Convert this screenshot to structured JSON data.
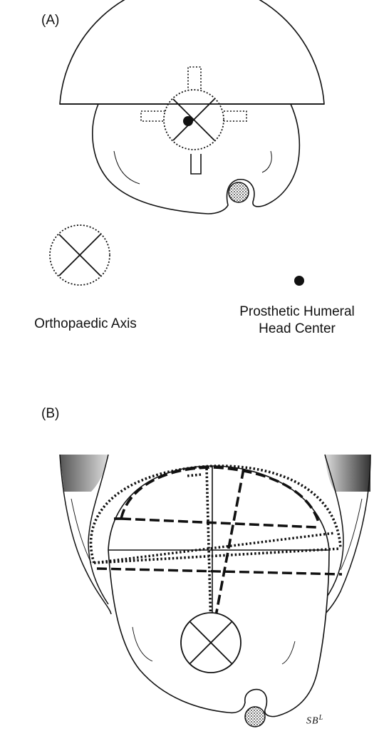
{
  "panel_a": {
    "label": "(A)",
    "legend": {
      "axis_label": "Orthopaedic Axis",
      "center_label_line1": "Prosthetic Humeral",
      "center_label_line2": "Head Center"
    }
  },
  "panel_b": {
    "label": "(B)",
    "signature_base": "SB",
    "signature_sup": "L"
  },
  "colors": {
    "ink": "#111111",
    "muscle_shade": "#7a7a7a",
    "background": "#ffffff"
  }
}
